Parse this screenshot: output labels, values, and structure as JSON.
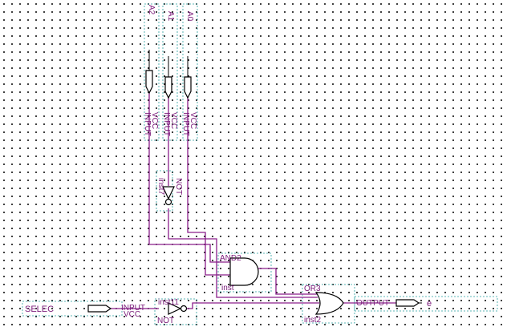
{
  "inputs": {
    "a2": {
      "name": "A2",
      "type": "INPUT",
      "value": "VCC"
    },
    "a1": {
      "name": "A1",
      "type": "INPUT",
      "value": "VCC"
    },
    "a0": {
      "name": "A0",
      "type": "INPUT",
      "value": "VCC"
    },
    "selec": {
      "name": "SELEC",
      "type": "INPUT",
      "value": "VCC"
    }
  },
  "gates": {
    "not_top": {
      "type": "NOT",
      "inst": "inst7"
    },
    "and": {
      "type": "AND2",
      "inst": "inst"
    },
    "not_bottom": {
      "type": "NOT",
      "inst": "inst11"
    },
    "or": {
      "type": "OR3",
      "inst": "inst2"
    }
  },
  "output": {
    "type": "OUTPUT",
    "name": "e"
  },
  "colors": {
    "wire": "#8a1e8a",
    "label": "#7a1a7a",
    "symbol_box": "#2aa0a0"
  }
}
